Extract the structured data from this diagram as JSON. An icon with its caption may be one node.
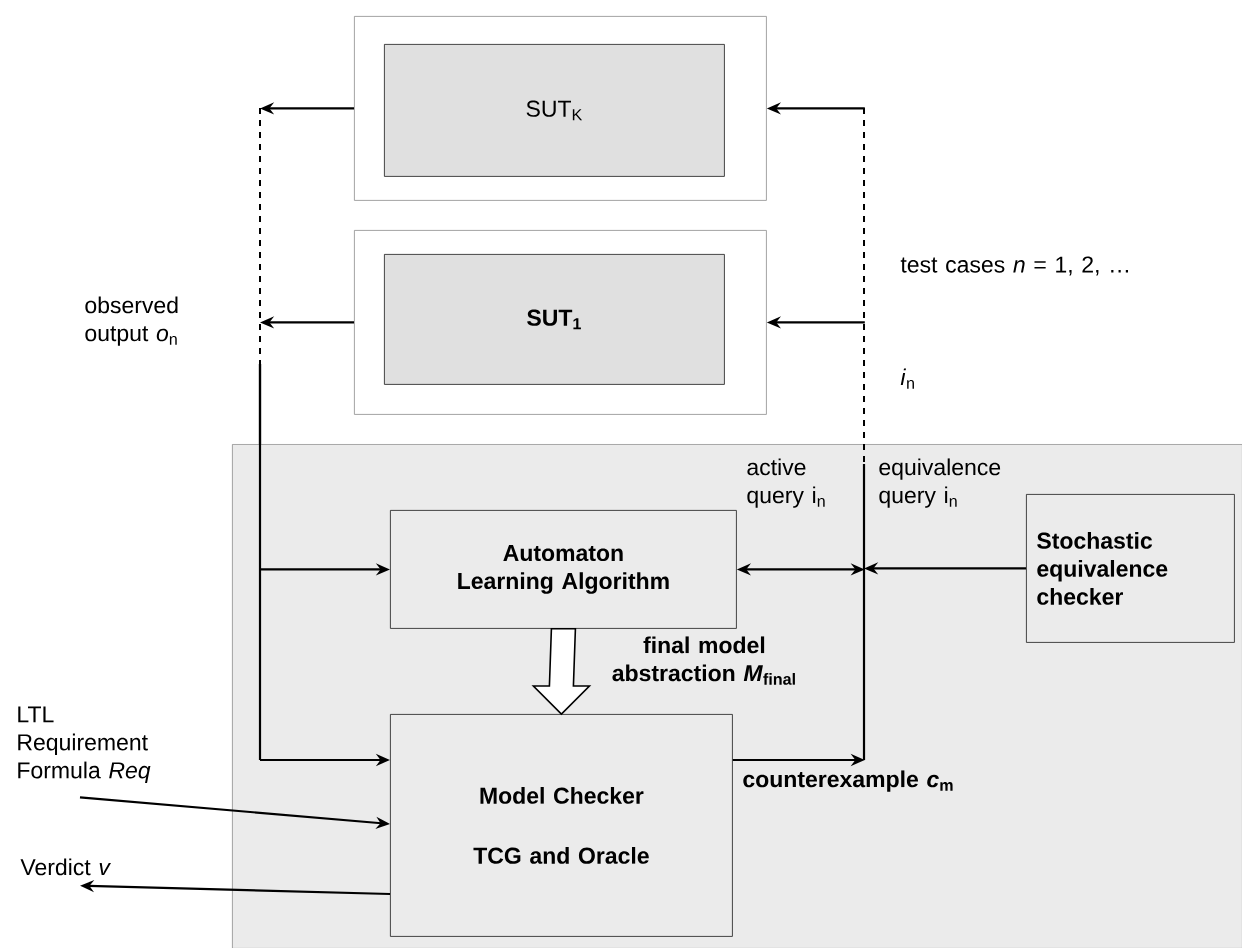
{
  "diagram": {
    "nodes": [
      {
        "text": [],
        "shape": "box"
      },
      {
        "text": [],
        "shape": "box"
      },
      {
        "text": [
          "SUT$_{K}$"
        ],
        "in": 1
      },
      {
        "text": [],
        "shape": "box"
      },
      {
        "text": [
          "SUT$_{1}$"
        ],
        "in": 3
      },
      {
        "text": [
          "Automaton Learning Algorithm"
        ],
        "in": 0
      },
      {
        "text": [
          "Stochastic equivalence checker"
        ],
        "in": 0
      },
      {
        "text": [
          "Model Checker",
          "TCG and Oracle"
        ],
        "in": 0
      },
      {
        "text": [
          "LTL Requirement Formula *Req*"
        ]
      },
      {
        "text": [
          "Verdict *v*"
        ]
      }
    ],
    "edges": [
      {
        "from": 1,
        "to": null,
        "arrow": "to"
      },
      {
        "from": 3,
        "to": null,
        "arrow": "to"
      },
      {
        "from": null,
        "to": 1,
        "arrow": "to"
      },
      {
        "from": null,
        "to": 3,
        "arrow": "to"
      },
      {
        "from": null,
        "to": 5,
        "arrow": "to"
      },
      {
        "from": null,
        "to": 7,
        "arrow": "to"
      },
      {
        "from": 5,
        "to": null,
        "arrow": "both",
        "label": "active query i$_{n}$"
      },
      {
        "from": 6,
        "to": null,
        "arrow": "to",
        "label": "equivalence query i$_{n}$"
      },
      {
        "from": 7,
        "to": null,
        "arrow": "to",
        "label": "counterexample *c*$_{m}$"
      },
      {
        "from": 5,
        "to": 7,
        "arrow": "to",
        "style": "thick",
        "label": "final model abstraction *M*$_{final}$"
      },
      {
        "from": 8,
        "to": 7,
        "arrow": "to"
      },
      {
        "from": 7,
        "to": 9,
        "arrow": "to"
      }
    ],
    "labels": [
      "test cases *n* = 1, 2, …",
      "*i*$_{n}$",
      "observed output *o*$_{n}$"
    ]
  }
}
